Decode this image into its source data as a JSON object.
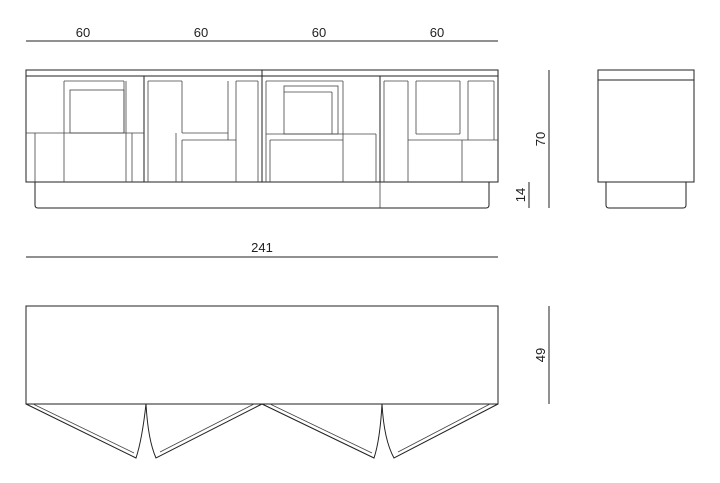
{
  "dimensions": {
    "module_width_1": "60",
    "module_width_2": "60",
    "module_width_3": "60",
    "module_width_4": "60",
    "height": "70",
    "base_height": "14",
    "total_width": "241",
    "depth": "49"
  }
}
